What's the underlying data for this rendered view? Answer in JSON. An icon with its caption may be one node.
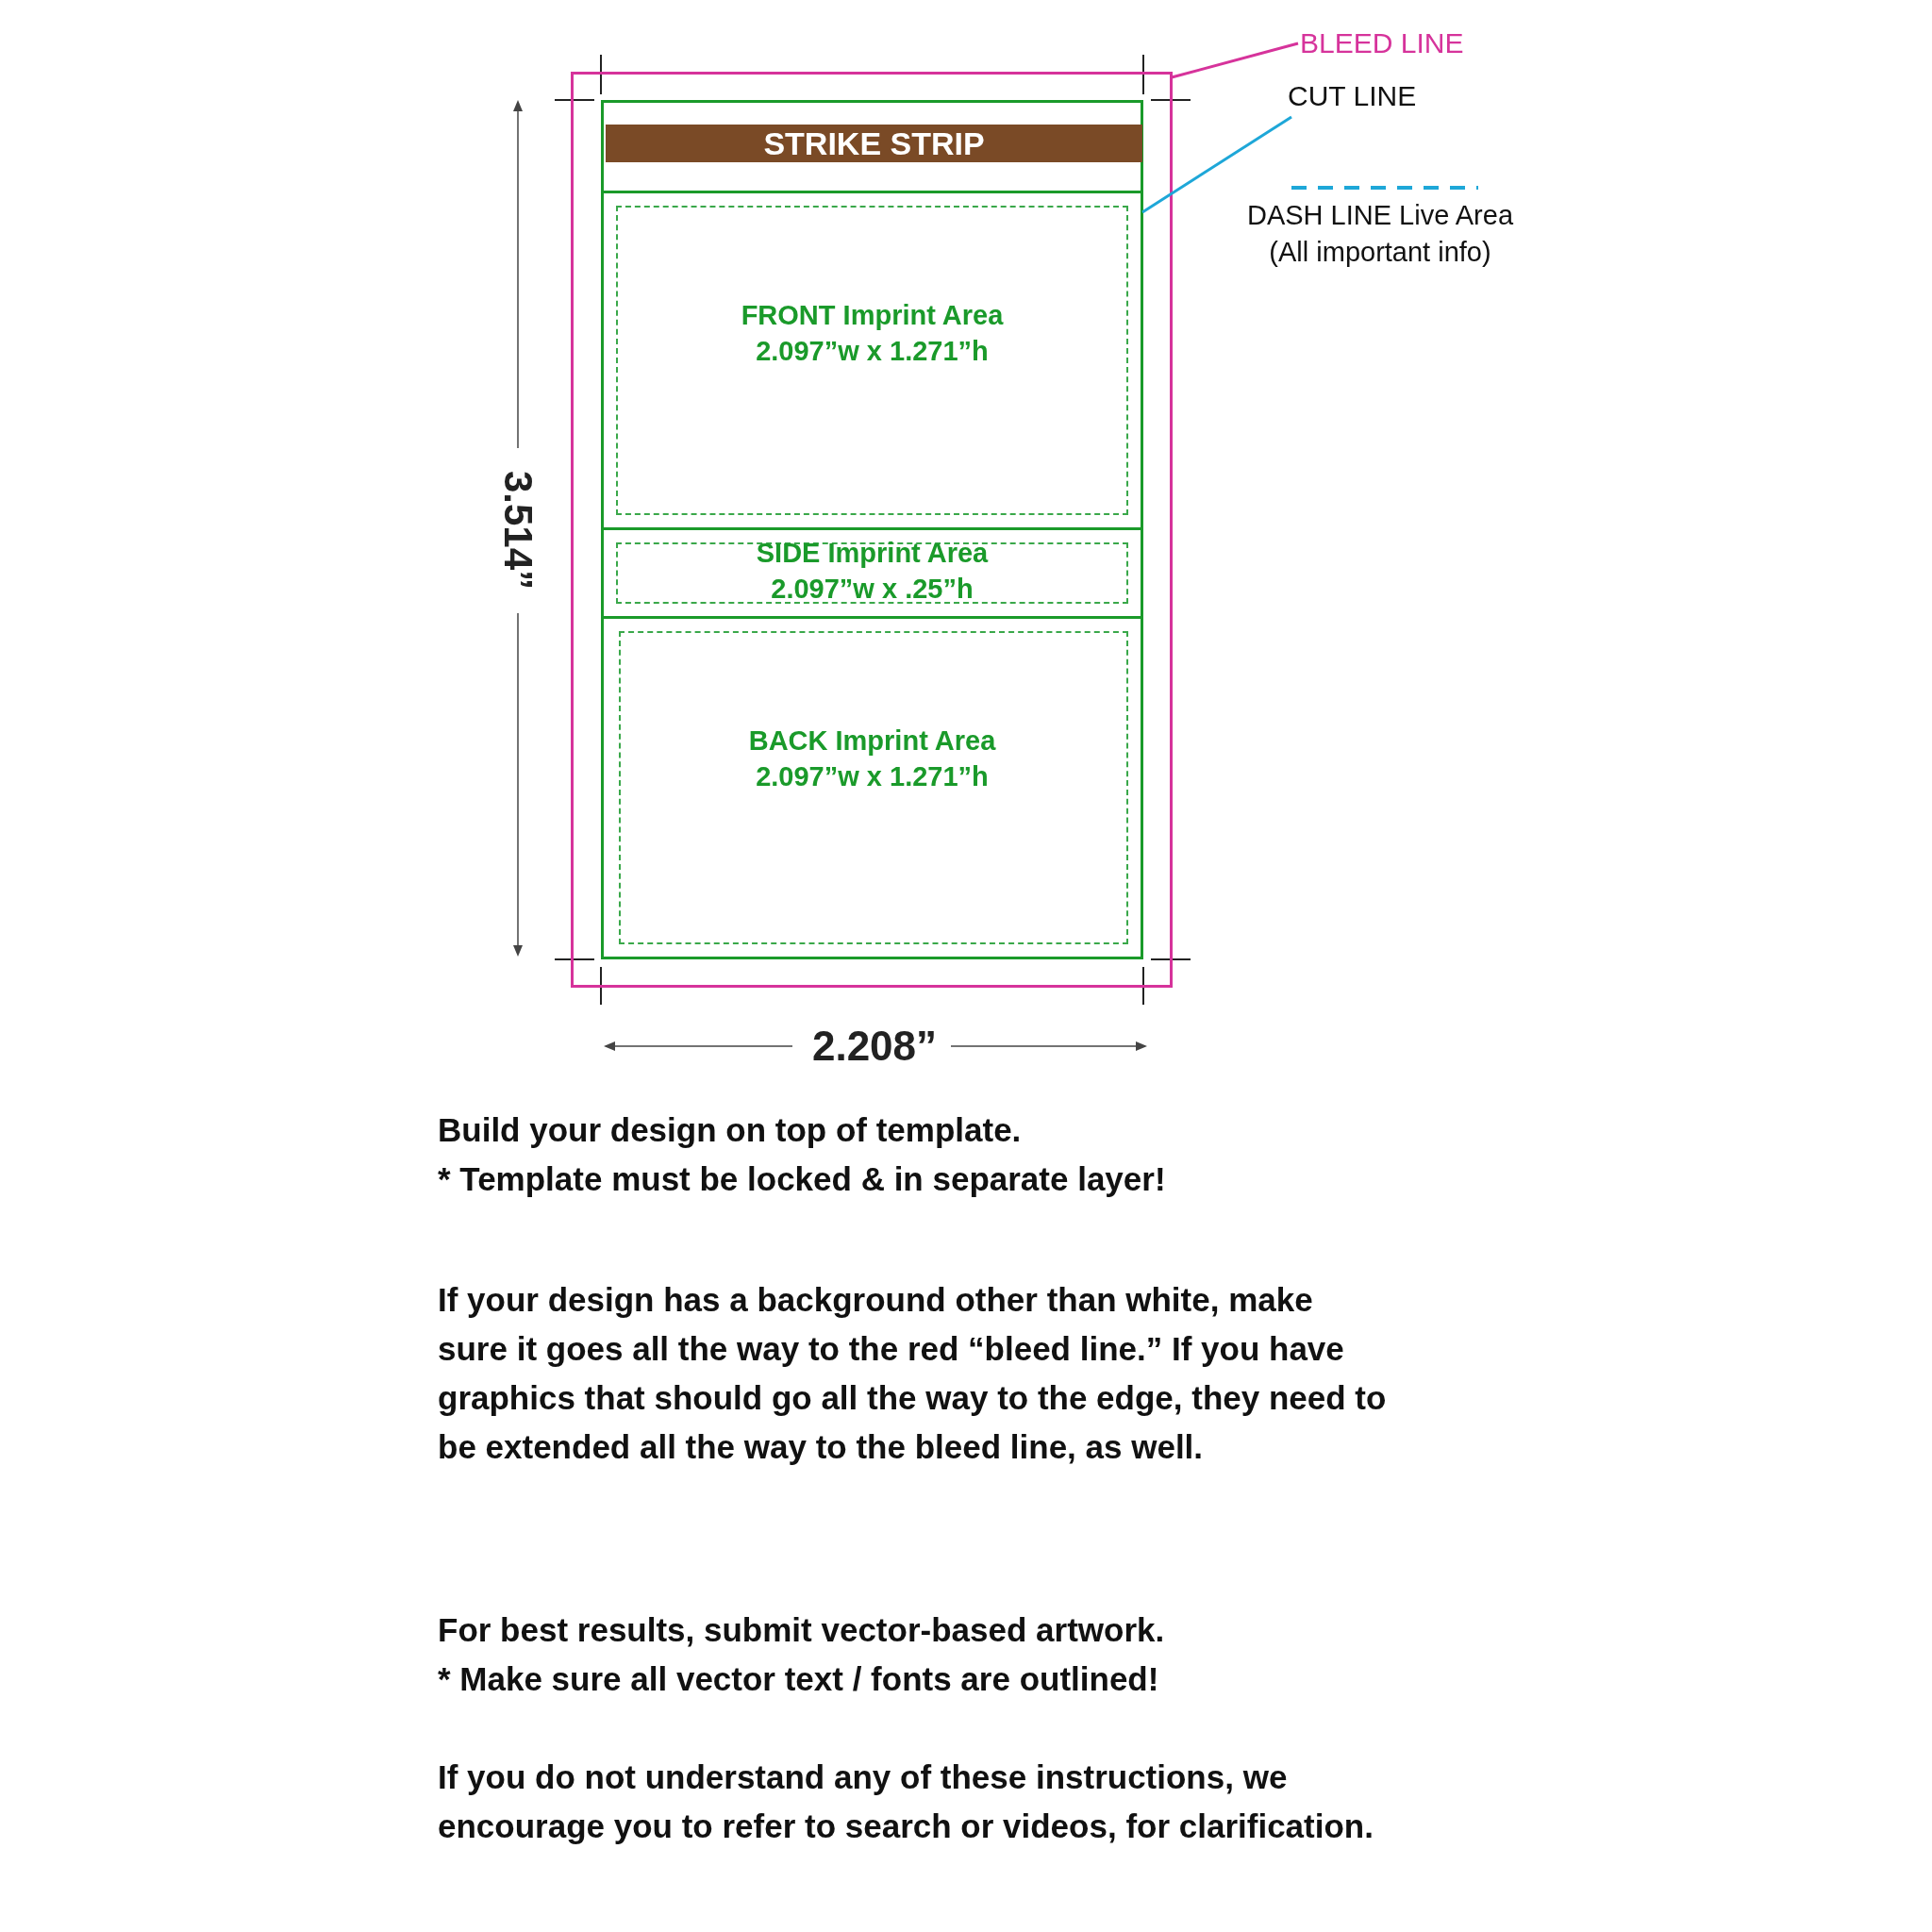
{
  "diagram": {
    "nodes": [
      {
        "text": [],
        "shape": "box"
      },
      {
        "text": [],
        "shape": "box",
        "in": 0
      },
      {
        "text": [
          "STRIKE STRIP"
        ],
        "in": 1
      },
      {
        "text": [
          "FRONT Imprint Area 2.097”w x 1.271”h"
        ],
        "in": 1
      },
      {
        "text": [
          "SIDE Imprint Area 2.097”w x .25”h"
        ],
        "in": 1
      },
      {
        "text": [
          "BACK Imprint Area 2.097”w x 1.271”h"
        ],
        "in": 1
      },
      {
        "text": [
          "BLEED LINE"
        ]
      },
      {
        "text": [
          "CUT LINE"
        ]
      }
    ],
    "edges": [
      {
        "from": 6,
        "to": 0,
        "arrow": "none",
        "color": "#d6339b"
      },
      {
        "from": 7,
        "to": 1,
        "arrow": "none",
        "color": "#1ea7d8"
      }
    ],
    "labels": [
      "3.514”",
      "2.208”",
      "Build your design on top of template.",
      "* Template must be locked & in separate layer!",
      "If your design has a background other than white, make sure it goes all the way to the red “bleed line.” If you have graphics that should go all the way to the edge, they need to be extended all the way to the bleed line, as well.",
      "For best results, submit vector-based artwork.",
      "* Make sure all vector text / fonts are outlined!",
      "If you do not understand any of these instructions, we encourage you to refer to search or videos, for clarification."
    ],
    "legend": [
      {
        "text": "DASH LINE Live Area (All important info)"
      }
    ]
  }
}
